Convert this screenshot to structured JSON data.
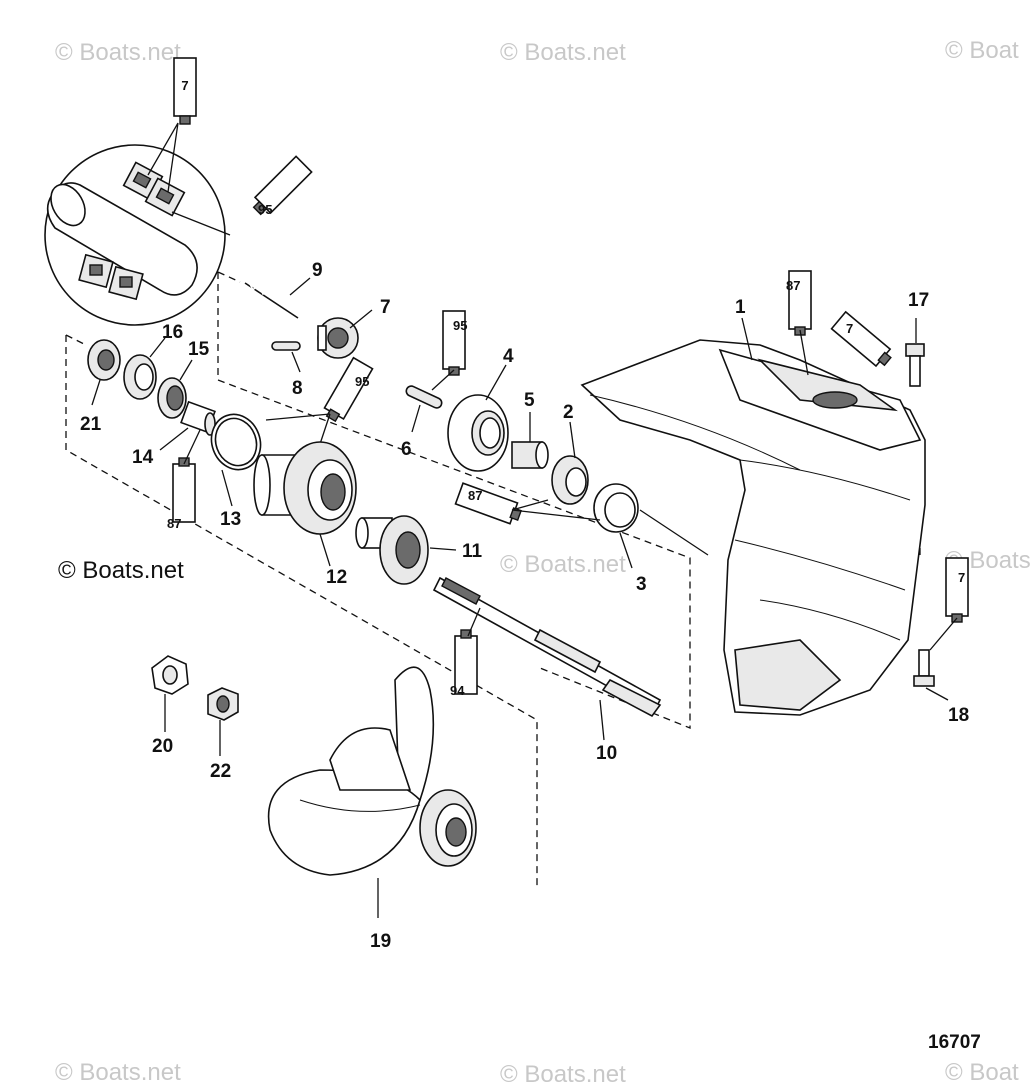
{
  "watermarks": {
    "top_left": "© Boats.net",
    "top_center": "© Boats.net",
    "top_right": "© Boat",
    "mid_left": "© Boats.net",
    "mid_center": "© Boats.net",
    "mid_right": "© Boats",
    "bottom_left": "© Boats.net",
    "bottom_center": "© Boats.net",
    "bottom_right": "© Boat"
  },
  "figure_number": "16707",
  "callouts": [
    "1",
    "2",
    "3",
    "4",
    "5",
    "6",
    "7",
    "8",
    "9",
    "10",
    "11",
    "12",
    "13",
    "14",
    "15",
    "16",
    "17",
    "18",
    "19",
    "20",
    "21",
    "22"
  ],
  "sealant_tubes": {
    "t_detail_top": "7",
    "t_detail_mid": "95",
    "t_lube_87_top": "87",
    "t_lube_7_top": "7",
    "t_lube_95_center": "95",
    "t_lube_95_gear": "95",
    "t_lube_87_left": "87",
    "t_lube_87_bearing": "87",
    "t_lube_94_shaft": "94",
    "t_lube_7_right": "7"
  }
}
